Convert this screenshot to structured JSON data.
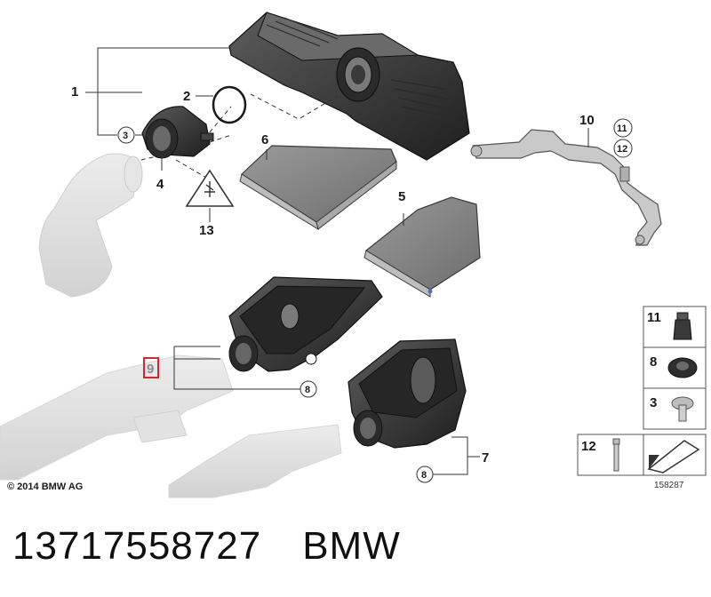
{
  "diagram": {
    "callouts": {
      "c1": "1",
      "c2": "2",
      "c3": "3",
      "c4": "4",
      "c5": "5",
      "c6": "6",
      "c7": "7",
      "c8a": "8",
      "c8b": "8",
      "c9": "9",
      "c10": "10",
      "c11": "11",
      "c12": "12",
      "c13": "13"
    },
    "legend": {
      "row11": "11",
      "row8": "8",
      "row3": "3",
      "row12": "12"
    },
    "highlight_color": "#d9262c",
    "copyright": "© 2014 BMW AG",
    "diagram_id": "158287"
  },
  "footer": {
    "part_number": "13717558727",
    "brand": "BMW"
  }
}
